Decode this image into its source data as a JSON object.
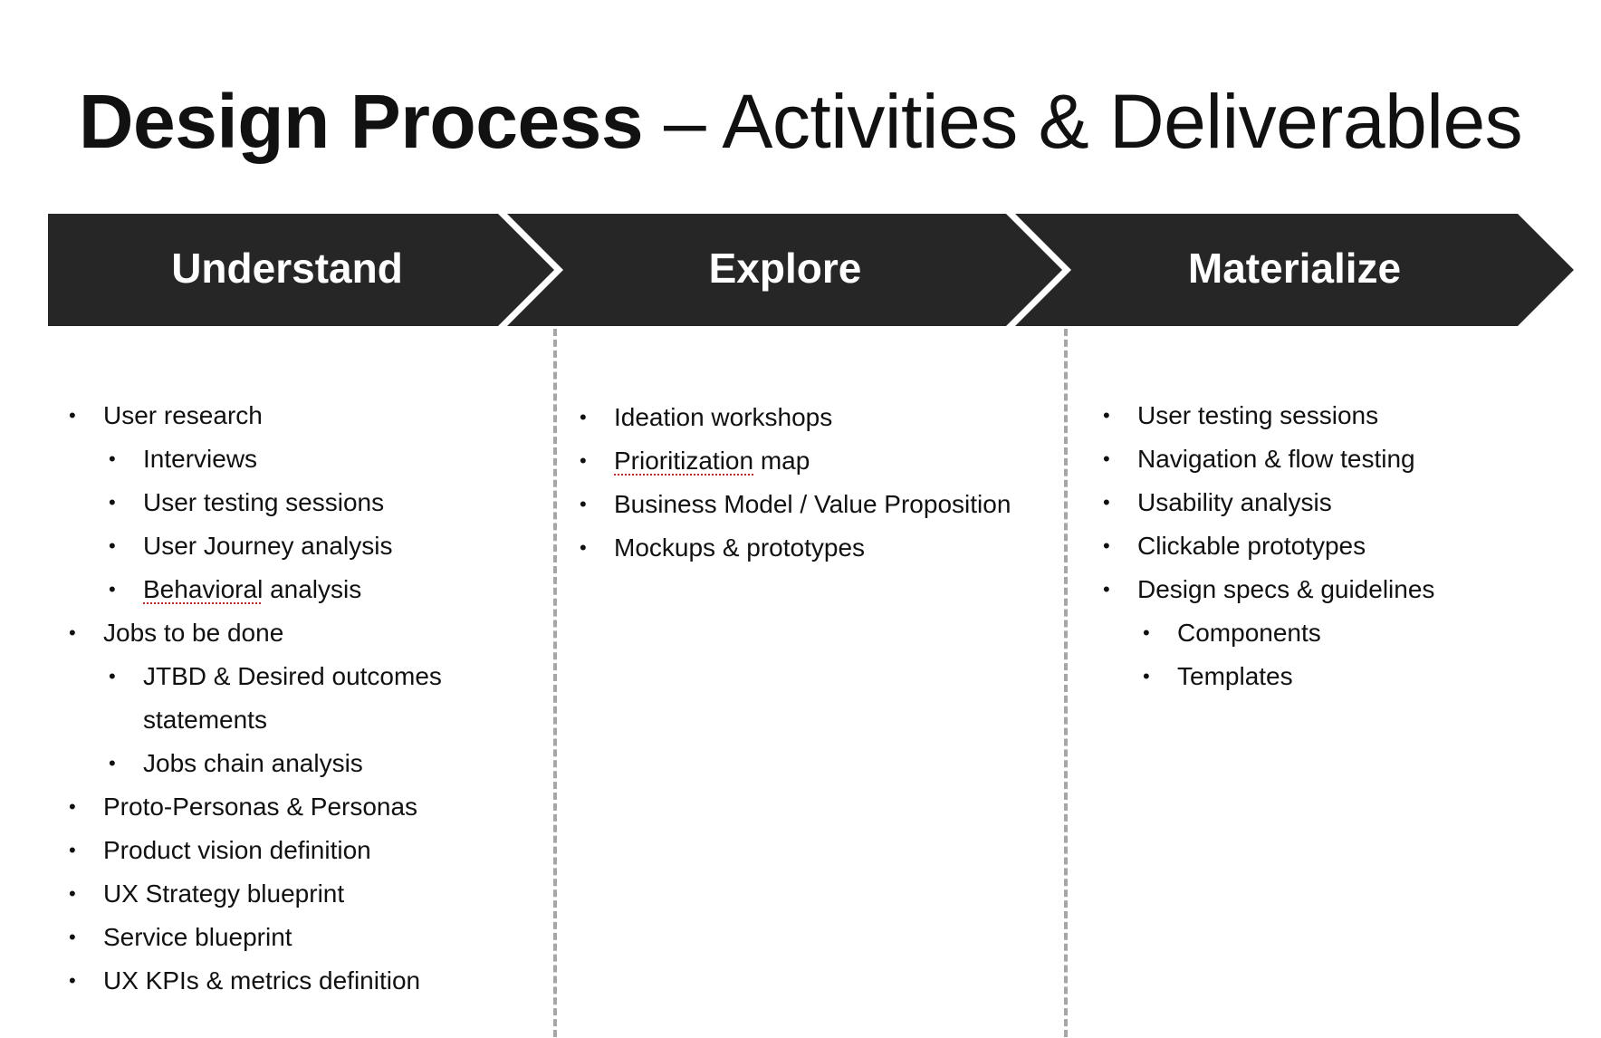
{
  "title": {
    "bold": "Design Process",
    "regular": " – Activities & Deliverables"
  },
  "colors": {
    "phase_fill": "#262626",
    "phase_text": "#ffffff",
    "divider": "#a6a6a6",
    "spellcheck_underline": "#d22323"
  },
  "phases": [
    {
      "label": "Understand",
      "items": [
        {
          "level": 0,
          "text": "User research"
        },
        {
          "level": 1,
          "text": "Interviews"
        },
        {
          "level": 1,
          "text": "User testing sessions"
        },
        {
          "level": 1,
          "text": "User Journey analysis"
        },
        {
          "level": 1,
          "text": "Behavioral analysis",
          "spell": "Behavioral"
        },
        {
          "level": 0,
          "text": "Jobs to be done"
        },
        {
          "level": 1,
          "text": "JTBD & Desired outcomes"
        },
        {
          "level": 1,
          "text": "statements",
          "continuation": true
        },
        {
          "level": 1,
          "text": "Jobs chain analysis"
        },
        {
          "level": 0,
          "text": "Proto-Personas & Personas"
        },
        {
          "level": 0,
          "text": "Product vision definition"
        },
        {
          "level": 0,
          "text": "UX Strategy blueprint"
        },
        {
          "level": 0,
          "text": "Service blueprint"
        },
        {
          "level": 0,
          "text": "UX KPIs & metrics definition"
        }
      ]
    },
    {
      "label": "Explore",
      "items": [
        {
          "level": 0,
          "text": "Ideation workshops"
        },
        {
          "level": 0,
          "text": "Prioritization map",
          "spell": "Prioritization"
        },
        {
          "level": 0,
          "text": "Business Model / Value Proposition"
        },
        {
          "level": 0,
          "text": "Mockups & prototypes"
        }
      ]
    },
    {
      "label": "Materialize",
      "items": [
        {
          "level": 0,
          "text": "User testing sessions"
        },
        {
          "level": 0,
          "text": "Navigation & flow testing"
        },
        {
          "level": 0,
          "text": "Usability analysis"
        },
        {
          "level": 0,
          "text": "Clickable prototypes"
        },
        {
          "level": 0,
          "text": "Design specs & guidelines"
        },
        {
          "level": 1,
          "text": "Components"
        },
        {
          "level": 1,
          "text": "Templates"
        }
      ]
    }
  ]
}
